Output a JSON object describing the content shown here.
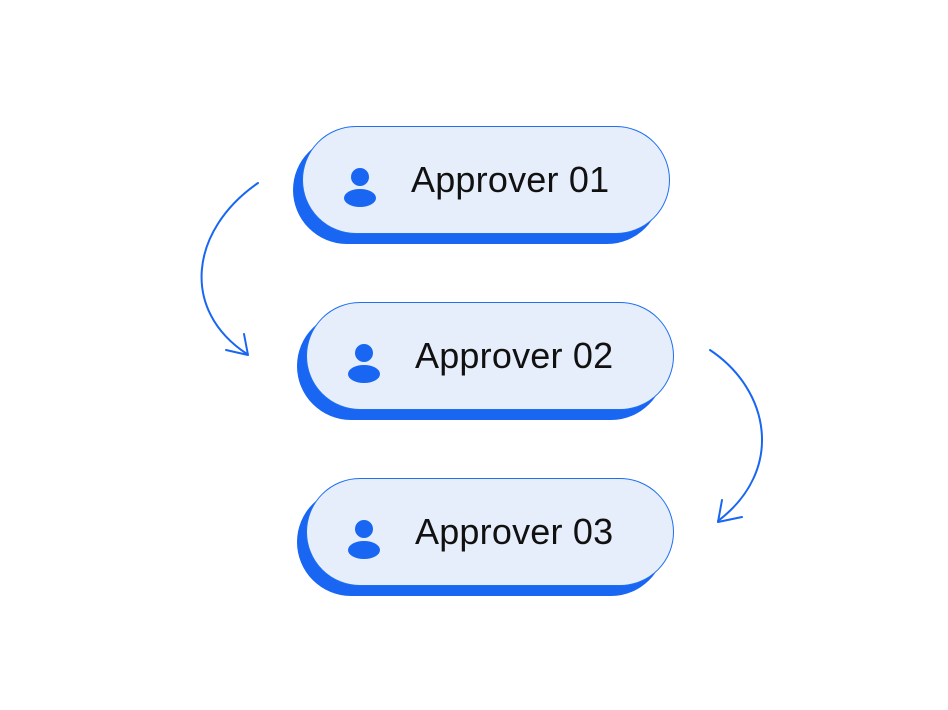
{
  "approvers": [
    {
      "label": "Approver 01",
      "icon": "person-icon"
    },
    {
      "label": "Approver 02",
      "icon": "person-icon"
    },
    {
      "label": "Approver 03",
      "icon": "person-icon"
    }
  ],
  "colors": {
    "accent": "#1866f2",
    "pill_fill": "#e6eefb",
    "text": "#111111",
    "background": "#ffffff"
  }
}
